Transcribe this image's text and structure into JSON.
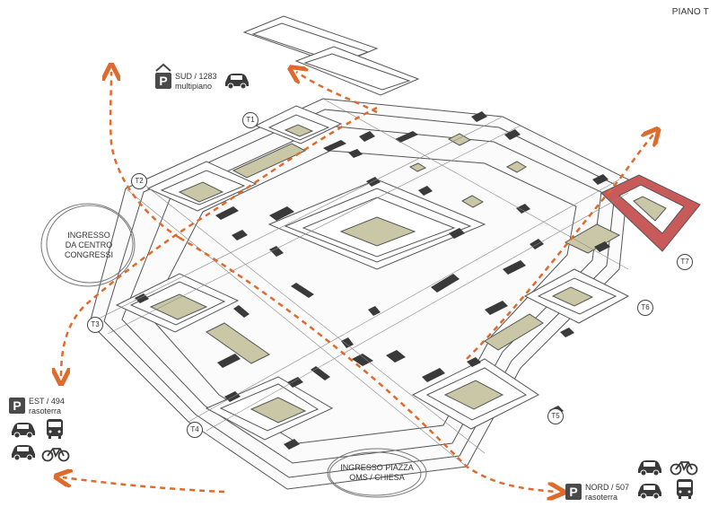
{
  "title": "PIANO T",
  "colors": {
    "route": "#e06a2c",
    "courtyard": "#c9c7a6",
    "highlight": "#c85a5a",
    "block": "#3a3a3a",
    "line": "#555555"
  },
  "towers": [
    {
      "id": "t1",
      "label": "T1"
    },
    {
      "id": "t2",
      "label": "T2"
    },
    {
      "id": "t3",
      "label": "T3"
    },
    {
      "id": "t4",
      "label": "T4"
    },
    {
      "id": "t5",
      "label": "T5"
    },
    {
      "id": "t6",
      "label": "T6"
    },
    {
      "id": "t7",
      "label": "T7"
    }
  ],
  "entrances": {
    "centro": {
      "line1": "INGRESSO",
      "line2": "DA CENTRO",
      "line3": "CONGRESSI"
    },
    "piazza": {
      "line1": "INGRESSO PIAZZA",
      "line2": "OMS / CHIESA"
    }
  },
  "parkings": {
    "sud": {
      "badge": "P",
      "name": "SUD / 1283",
      "type": "multipiano",
      "icons": [
        "car-icon"
      ]
    },
    "est": {
      "badge": "P",
      "name": "EST / 494",
      "type": "rasoterra",
      "icons": [
        "car-icon",
        "bus-icon",
        "car-icon",
        "bicycle-icon"
      ]
    },
    "nord": {
      "badge": "P",
      "name": "NORD / 507",
      "type": "rasoterra",
      "icons": [
        "car-icon",
        "bicycle-icon",
        "car-icon",
        "bus-icon"
      ]
    }
  }
}
